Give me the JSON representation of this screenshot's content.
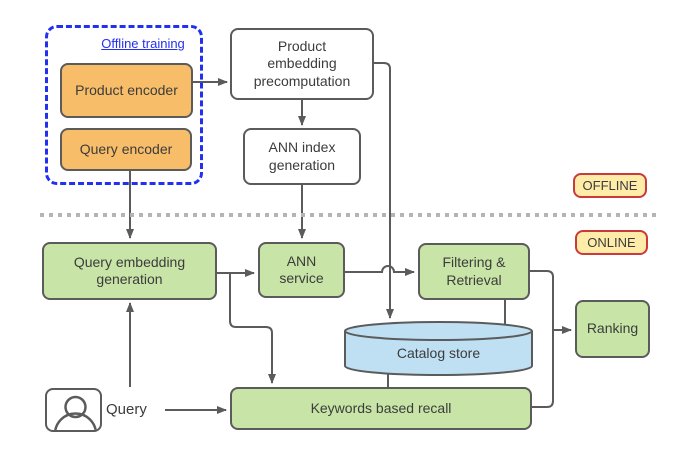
{
  "diagram": {
    "offline_group": {
      "label": "Offline training"
    },
    "badges": {
      "offline": "OFFLINE",
      "online": "ONLINE"
    },
    "nodes": {
      "product_encoder": {
        "label": "Product encoder"
      },
      "query_encoder": {
        "label": "Query encoder"
      },
      "product_embedding_precomputation": {
        "label": "Product\nembedding\nprecomputation"
      },
      "ann_index_generation": {
        "label": "ANN index\ngeneration"
      },
      "query_embedding_generation": {
        "label": "Query embedding\ngeneration"
      },
      "ann_service": {
        "label": "ANN\nservice"
      },
      "filtering_retrieval": {
        "label": "Filtering &\nRetrieval"
      },
      "catalog_store": {
        "label": "Catalog store"
      },
      "ranking": {
        "label": "Ranking"
      },
      "keywords_based_recall": {
        "label": "Keywords based recall"
      },
      "query_input": {
        "label": "Query"
      }
    },
    "icons": {
      "user": "user-icon"
    },
    "colors": {
      "node_green": "#c8e4a7",
      "node_orange": "#f8bd68",
      "cylinder_blue": "#bfe0f3",
      "badge_yellow": "#ffeca9",
      "badge_border_red": "#cb3a3a",
      "group_dash_blue": "#2230f0",
      "connector_gray": "#5b5b5b"
    }
  }
}
